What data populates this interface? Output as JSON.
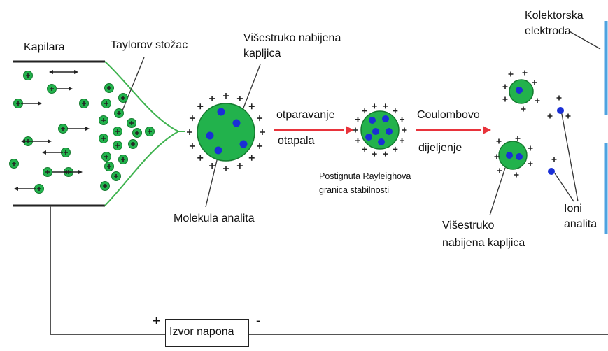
{
  "labels": {
    "capillary": "Kapilara",
    "taylor_cone": "Taylorov stožac",
    "charged_droplet_top": "Višestruko nabijena\nkapljica",
    "collector": "Kolektorska\nelektroda",
    "evap_top": "otparavanje",
    "evap_bottom": "otapala",
    "coulomb_top": "Coulombovo",
    "coulomb_bottom": "dijeljenje",
    "rayleigh": "Postignuta Rayleighova\ngranica stabilnosti",
    "analyte_molecule": "Molekula analita",
    "analyte_ions": "Ioni\nanalita",
    "charged_droplet_bottom": "Višestruko\nnabijena kapljica",
    "power_supply": "Izvor napona",
    "plus": "+",
    "minus": "-"
  },
  "colors": {
    "droplet_green": "#22b24c",
    "droplet_outline": "#157a2f",
    "analyte_blue": "#1a2fd6",
    "arrow_red": "#e8333b",
    "line_dark": "#222222",
    "electrode_blue": "#4fa3e0"
  }
}
